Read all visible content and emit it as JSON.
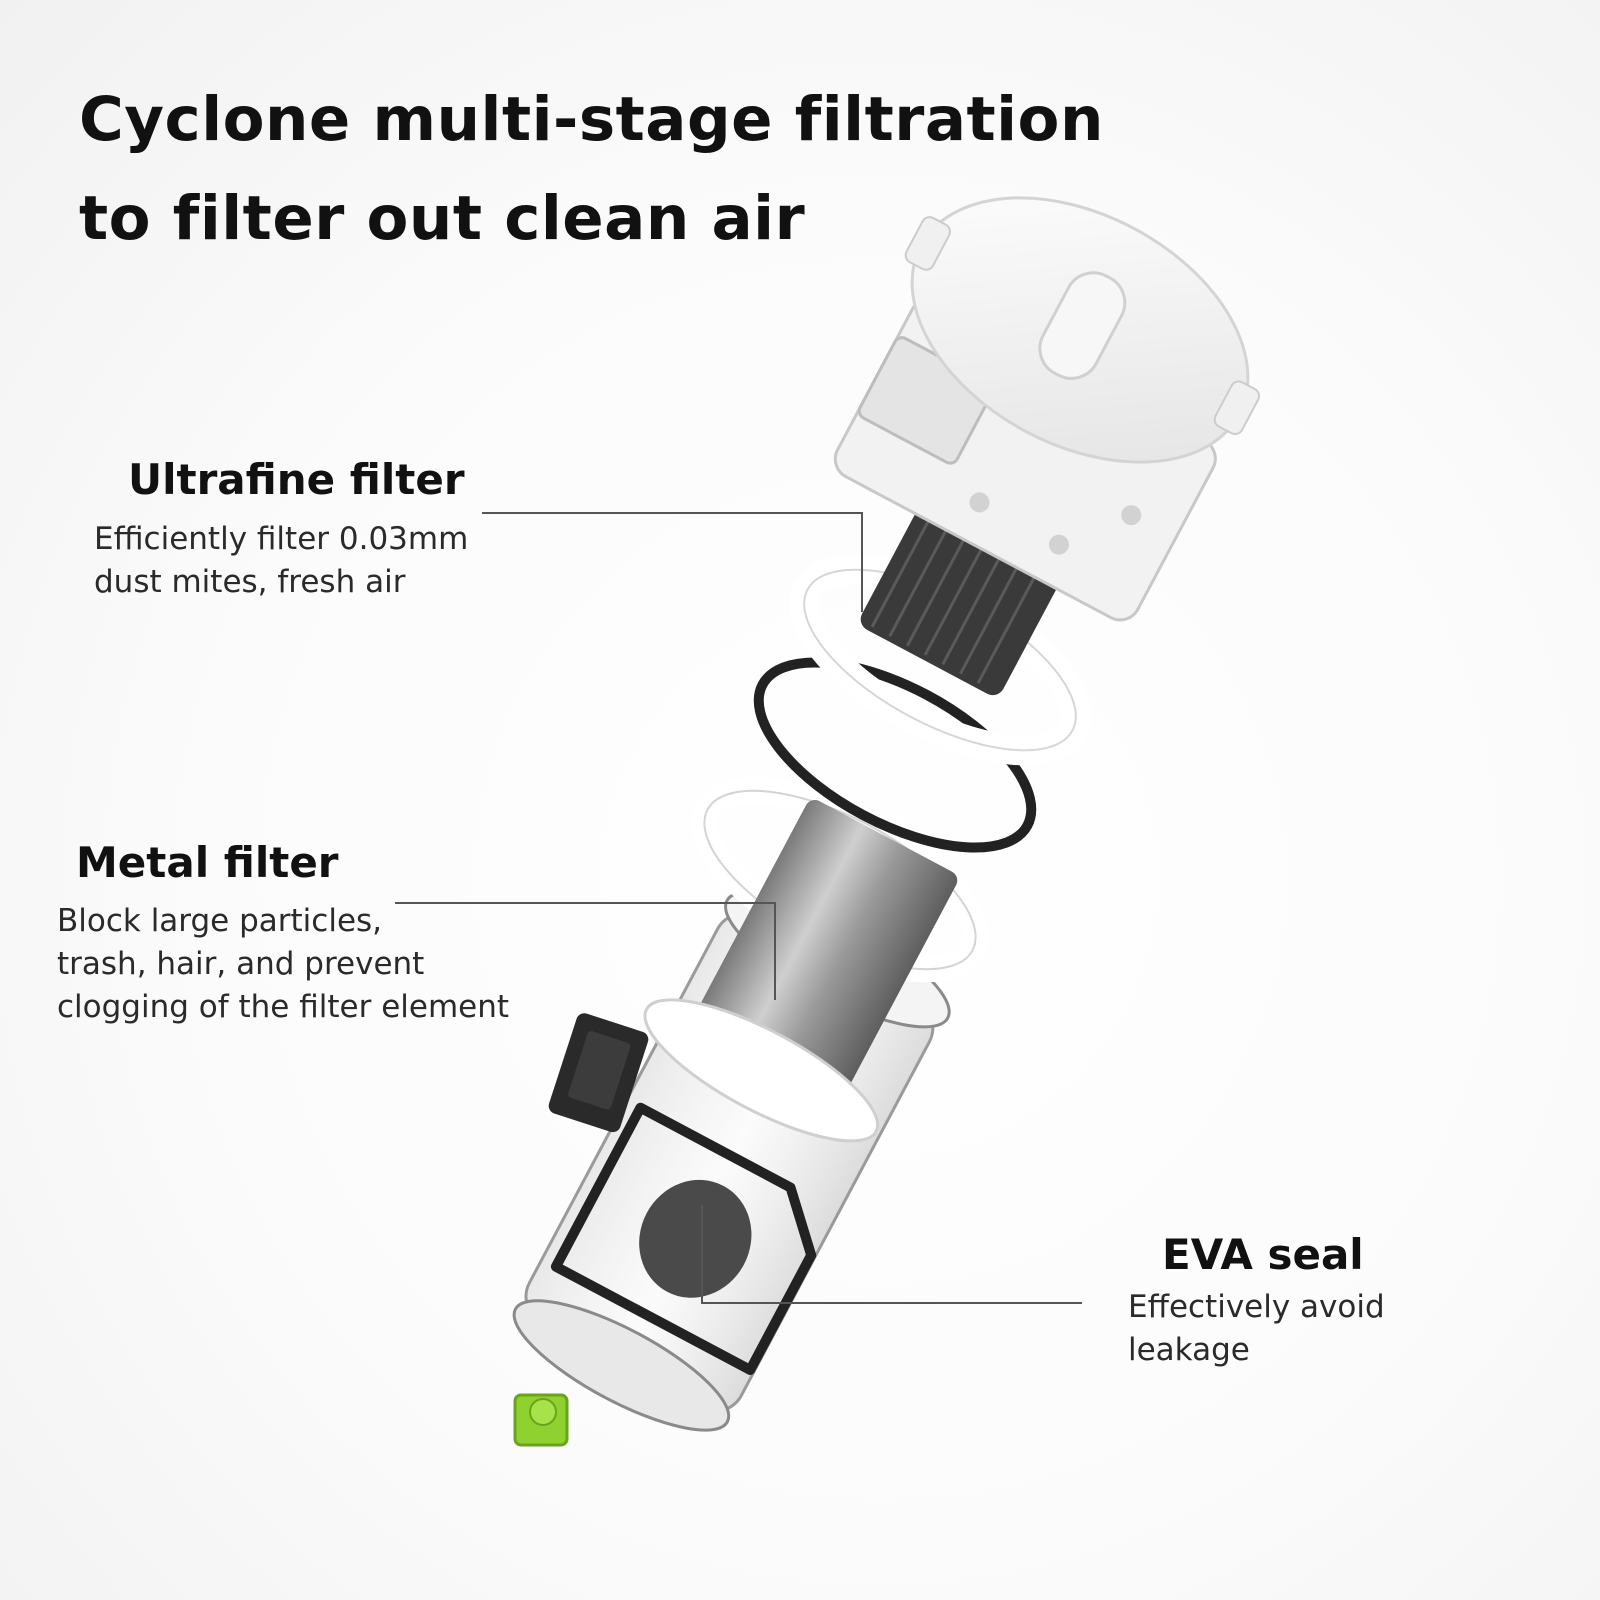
{
  "title": {
    "line1": "Cyclone multi-stage filtration",
    "line2": "to filter out clean air"
  },
  "callouts": {
    "ultrafine": {
      "heading": "Ultrafine filter",
      "desc_line1": "Efficiently filter 0.03mm",
      "desc_line2": "dust mites, fresh air"
    },
    "metal": {
      "heading": "Metal filter",
      "desc_line1": "Block large particles,",
      "desc_line2": "trash, hair, and prevent",
      "desc_line3": "clogging of the filter element"
    },
    "eva": {
      "heading": "EVA seal",
      "desc_line1": "Effectively avoid",
      "desc_line2": "leakage"
    }
  },
  "colors": {
    "accent_green": "#8fd12e",
    "seal_black": "#222222",
    "text": "#111111"
  }
}
